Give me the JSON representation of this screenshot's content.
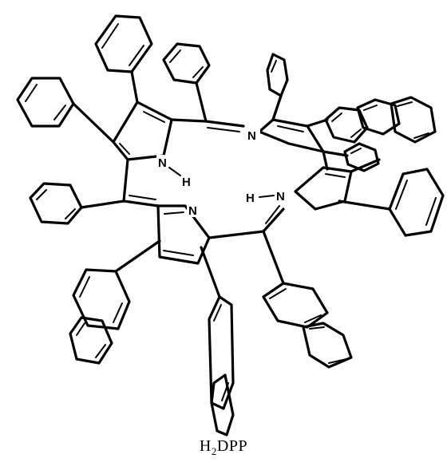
{
  "caption": {
    "main": "H",
    "sub": "2",
    "rest": "DPP"
  },
  "atoms": {
    "n_upper": "N",
    "n_lower": "N",
    "nh_left_n": "N",
    "nh_left_h": "H",
    "nh_right_n": "N",
    "nh_right_h": "H"
  }
}
